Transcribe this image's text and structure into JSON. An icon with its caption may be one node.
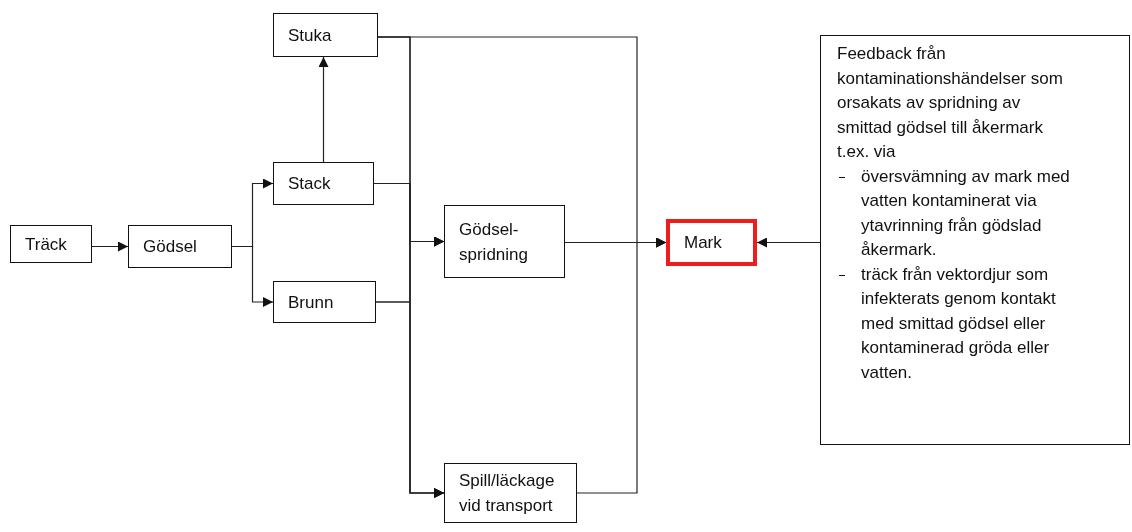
{
  "diagram": {
    "nodes": [
      {
        "text": [
          "Träck"
        ]
      },
      {
        "text": [
          "Gödsel"
        ]
      },
      {
        "text": [
          "Stuka"
        ]
      },
      {
        "text": [
          "Stack"
        ]
      },
      {
        "text": [
          "Brunn"
        ]
      },
      {
        "text": [
          "Gödsel- spridning"
        ]
      },
      {
        "text": [
          "Mark"
        ]
      },
      {
        "text": [
          "Feedback från kontaminationshändelser som orsakats av spridning av smittad gödsel till åkermark t.ex. via",
          "översvämning av mark med vatten kontaminerat via ytavrinning från gödslad åkermark.",
          "träck från vektordjur som infekterats genom kontakt med smittad gödsel eller kontaminerad gröda eller vatten."
        ]
      },
      {
        "text": [
          "Spill/läckage vid transport"
        ]
      }
    ],
    "edges": [
      {
        "from": 0,
        "to": 1,
        "arrow": "to"
      },
      {
        "from": 1,
        "to": 3,
        "arrow": "to"
      },
      {
        "from": 1,
        "to": 4,
        "arrow": "to"
      },
      {
        "from": 3,
        "to": 2,
        "arrow": "to"
      },
      {
        "from": 2,
        "to": 5,
        "arrow": "to"
      },
      {
        "from": 2,
        "to": 8,
        "arrow": "to"
      },
      {
        "from": 3,
        "to": 5,
        "arrow": "to"
      },
      {
        "from": 3,
        "to": 8,
        "arrow": "to"
      },
      {
        "from": 4,
        "to": 5,
        "arrow": "to"
      },
      {
        "from": 4,
        "to": 8,
        "arrow": "to"
      },
      {
        "from": 5,
        "to": 6,
        "arrow": "to"
      },
      {
        "from": 2,
        "to": 6,
        "arrow": "to"
      },
      {
        "from": 8,
        "to": 6,
        "arrow": "to"
      },
      {
        "from": 7,
        "to": 6,
        "arrow": "to"
      }
    ]
  }
}
